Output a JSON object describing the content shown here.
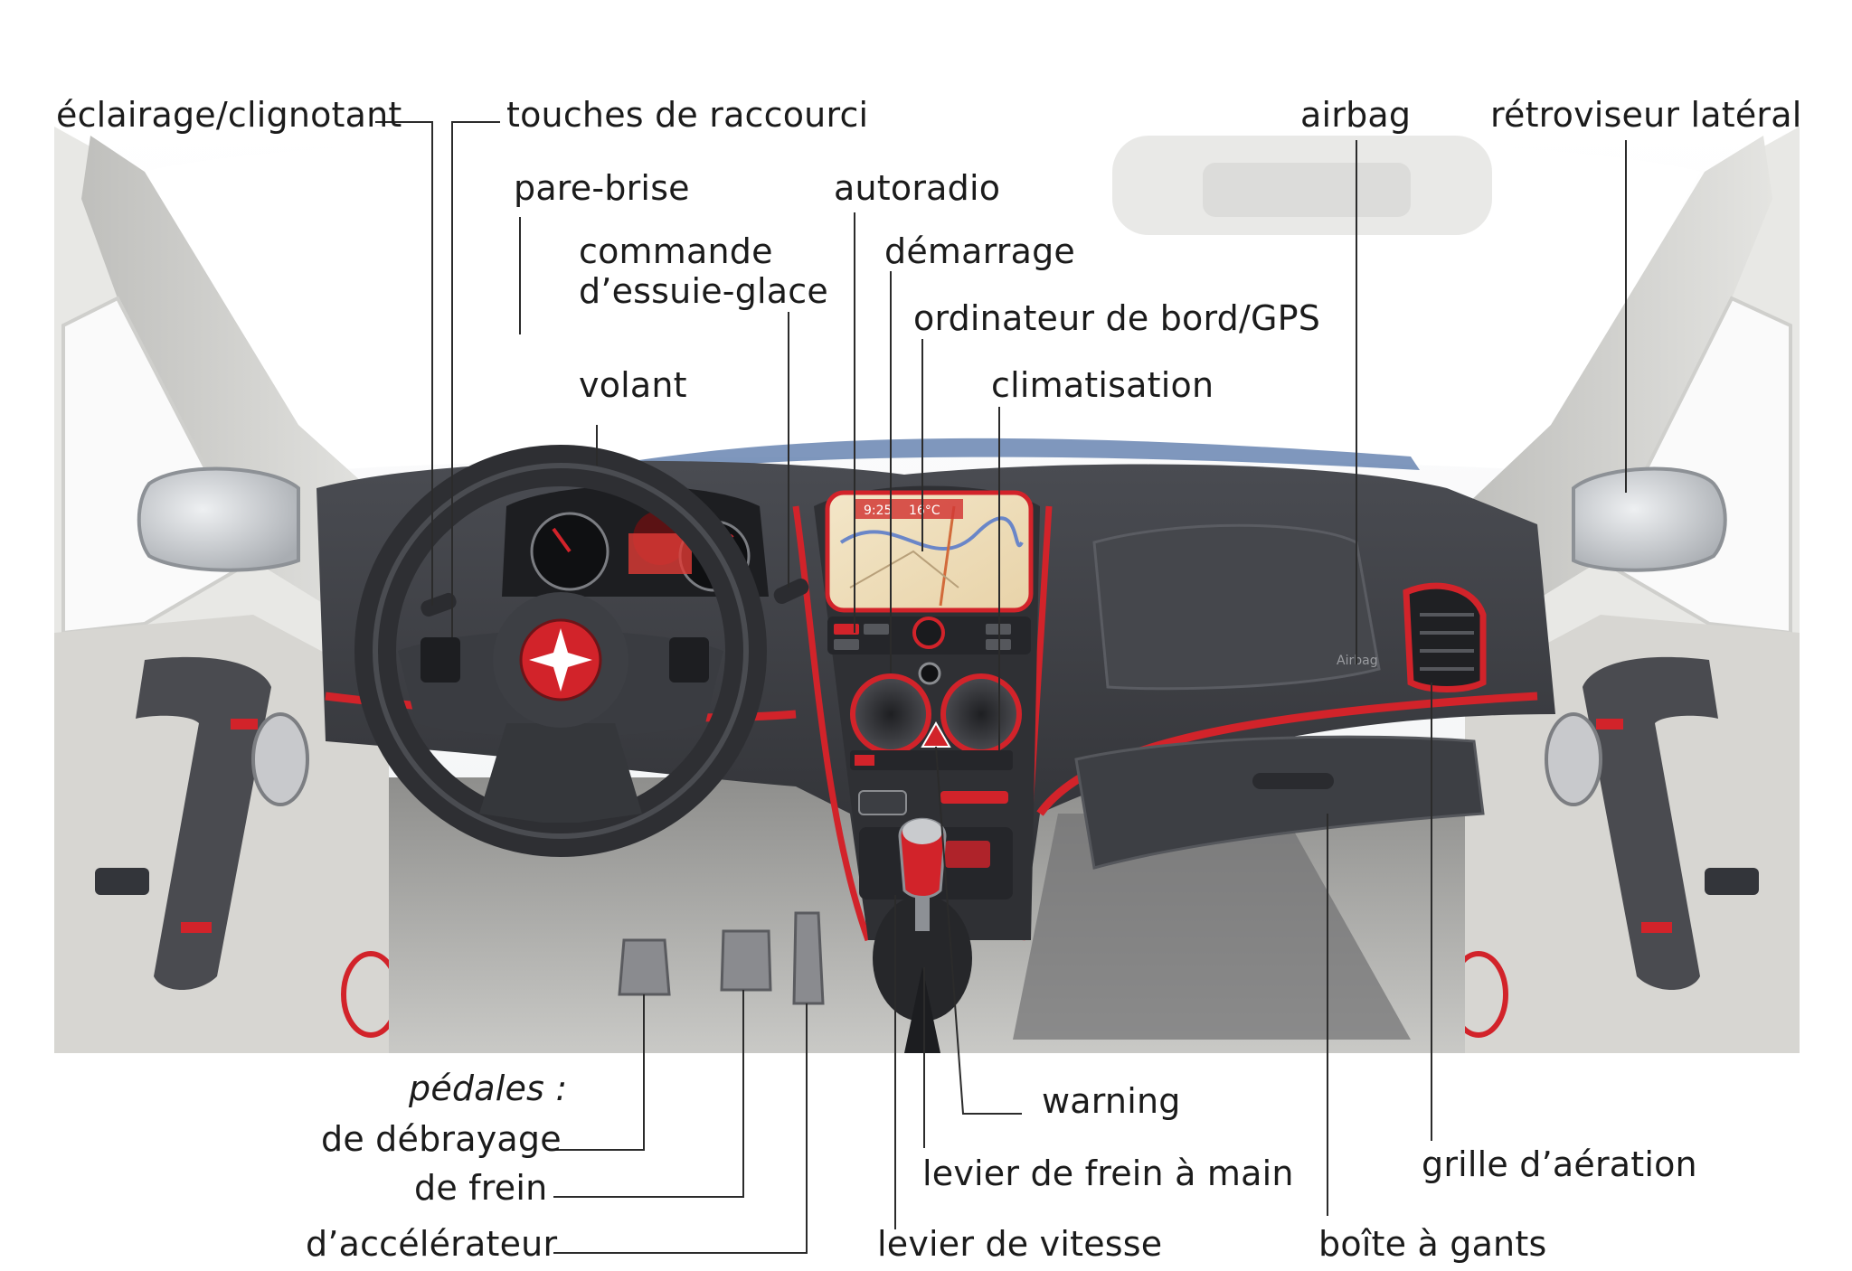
{
  "labels": {
    "eclairage": "éclairage/clignotant",
    "touches": "touches de raccourci",
    "airbag": "airbag",
    "retroviseur": "rétroviseur latéral",
    "pare_brise": "pare-brise",
    "autoradio": "autoradio",
    "commande_line1": "commande",
    "commande_line2": "d’essuie-glace",
    "demarrage": "démarrage",
    "ordinateur": "ordinateur de bord/GPS",
    "volant": "volant",
    "climatisation": "climatisation",
    "pedales": "pédales :",
    "debrayage": "de débrayage",
    "frein": "de frein",
    "accelerateur": "d’accélérateur",
    "warning": "warning",
    "frein_main": "levier de frein à main",
    "vitesse": "levier de vitesse",
    "grille": "grille d’aération",
    "boite": "boîte à gants"
  },
  "screen": {
    "time": "9:25",
    "temp": "16°C"
  },
  "airbag_mark": "Airbag",
  "colors": {
    "accent_red": "#d2232a",
    "dash_dark": "#3b3d42",
    "trim_light": "#d9d9d6"
  }
}
